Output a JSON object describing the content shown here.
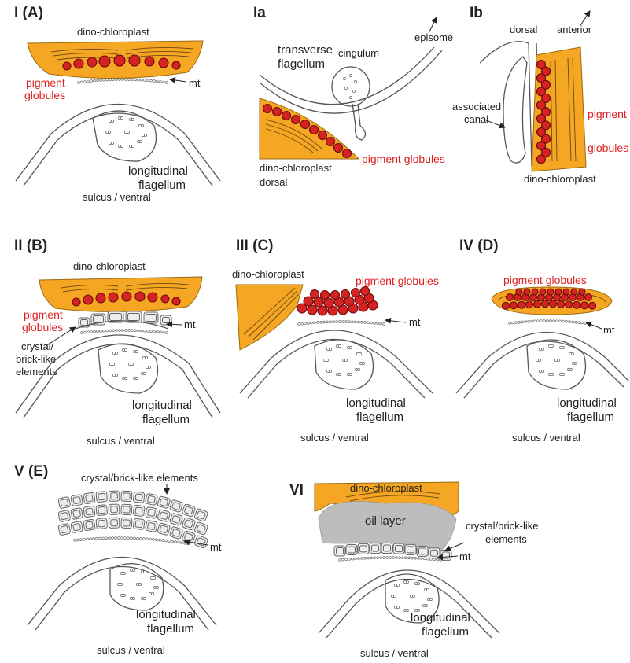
{
  "panels": {
    "I": {
      "title": "I (A)",
      "chloroplast": "dino-chloroplast",
      "pigment_1": "pigment",
      "pigment_2": "globules",
      "mt": "mt",
      "flag_1": "longitudinal",
      "flag_2": "flagellum",
      "sulcus": "sulcus / ventral"
    },
    "Ia": {
      "title": "Ia",
      "transverse_1": "transverse",
      "transverse_2": "flagellum",
      "cingulum": "cingulum",
      "episome": "episome",
      "pigment": "pigment globules",
      "chloroplast": "dino-chloroplast",
      "dorsal": "dorsal"
    },
    "Ib": {
      "title": "Ib",
      "dorsal": "dorsal",
      "anterior": "anterior",
      "canal_1": "associated",
      "canal_2": "canal",
      "pigment_1": "pigment",
      "pigment_2": "globules",
      "chloroplast": "dino-chloroplast"
    },
    "II": {
      "title": "II (B)",
      "chloroplast": "dino-chloroplast",
      "pigment_1": "pigment",
      "pigment_2": "globules",
      "mt": "mt",
      "crystal_1": "crystal/",
      "crystal_2": "brick-like",
      "crystal_3": "elements",
      "flag_1": "longitudinal",
      "flag_2": "flagellum",
      "sulcus": "sulcus / ventral"
    },
    "III": {
      "title": "III (C)",
      "chloroplast": "dino-chloroplast",
      "pigment": "pigment globules",
      "mt": "mt",
      "flag_1": "longitudinal",
      "flag_2": "flagellum",
      "sulcus": "sulcus / ventral"
    },
    "IV": {
      "title": "IV (D)",
      "pigment": "pigment globules",
      "mt": "mt",
      "flag_1": "longitudinal",
      "flag_2": "flagellum",
      "sulcus": "sulcus / ventral"
    },
    "V": {
      "title": "V (E)",
      "crystal": "crystal/brick-like elements",
      "mt": "mt",
      "flag_1": "longitudinal",
      "flag_2": "flagellum",
      "sulcus": "sulcus / ventral"
    },
    "VI": {
      "title": "VI",
      "chloroplast": "dino-chloroplast",
      "oil": "oil layer",
      "crystal_1": "crystal/brick-like",
      "crystal_2": "elements",
      "mt": "mt",
      "flag_1": "longitudinal",
      "flag_2": "flagellum",
      "sulcus": "sulcus / ventral"
    }
  },
  "colors": {
    "chloroplast": "#f5a623",
    "globule": "#d52222",
    "label_red": "#e02020",
    "oil": "#bdbdbd",
    "brick": "#eeeeee"
  }
}
